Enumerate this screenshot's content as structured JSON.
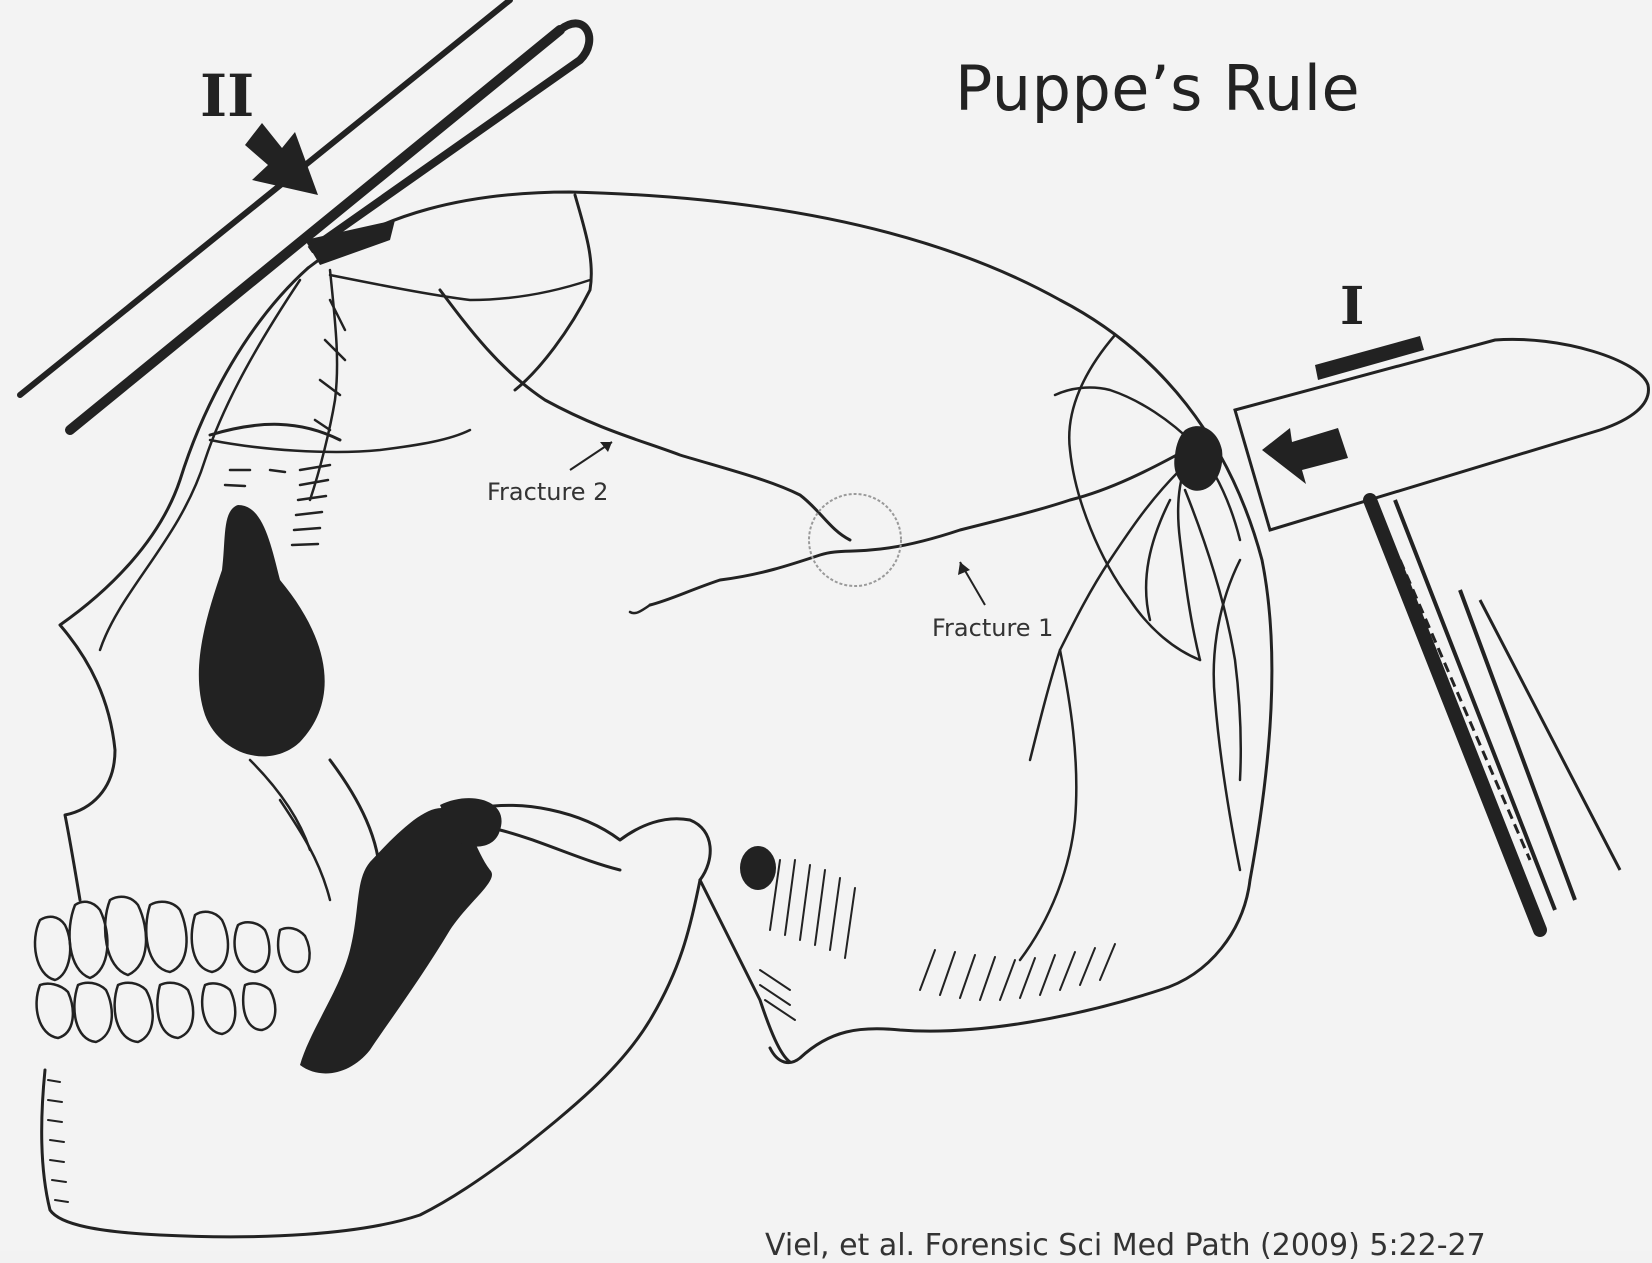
{
  "slide": {
    "title": "Puppe’s Rule",
    "citation": "Viel, et al. Forensic Sci Med Path (2009) 5:22-27"
  },
  "diagram": {
    "impact_labels": {
      "second_impact": "II",
      "first_impact": "I"
    },
    "fracture_labels": {
      "fracture_2": "Fracture 2",
      "fracture_1": "Fracture 1"
    },
    "icons": {
      "skull": "skull-illustration-icon",
      "hammer": "hammer-icon",
      "rod": "rod-weapon-icon",
      "arrow": "impact-arrow-icon"
    },
    "colors": {
      "ink": "#222222",
      "background": "#f3f3f3",
      "intersection_circle": "#9a9a9a"
    }
  }
}
